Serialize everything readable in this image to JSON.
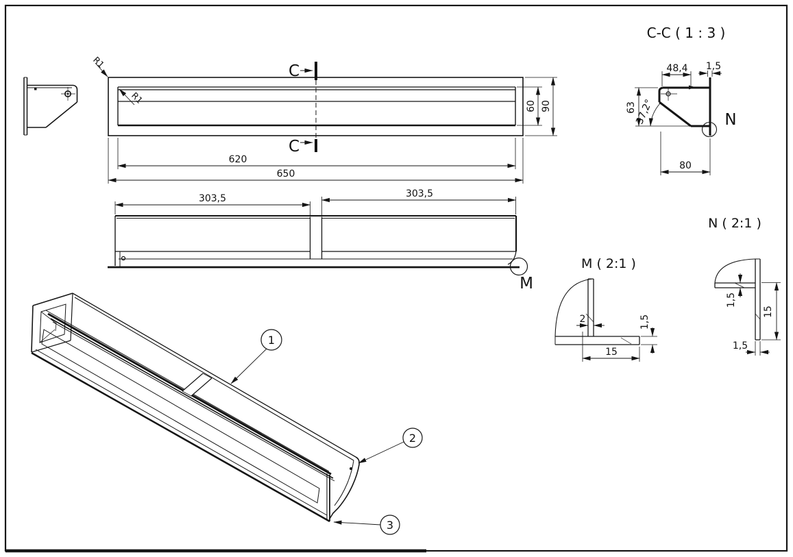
{
  "front_view": {
    "radius_label_outer": "R1",
    "radius_label_inner": "R1",
    "section_letter_top": "C",
    "section_letter_bottom": "C",
    "dim_inner_width": "620",
    "dim_overall_width": "650",
    "dim_inner_height": "60",
    "dim_overall_height": "90"
  },
  "bottom_view": {
    "dim_left_half": "303,5",
    "dim_right_half": "303,5",
    "detail_letter": "M"
  },
  "section_view": {
    "title": "C-C ( 1 : 3 )",
    "dim_top_width": "48,4",
    "dim_plate_thickness": "1,5",
    "dim_height": "63",
    "dim_angle": "37,2°",
    "dim_base_width": "80",
    "detail_letter": "N"
  },
  "detail_m": {
    "title": "M ( 2:1 )",
    "dim_web_thickness": "2",
    "dim_flange_length": "15",
    "dim_flange_thickness": "1,5"
  },
  "detail_n": {
    "title": "N ( 2:1 )",
    "dim_flange_thickness": "1,5",
    "dim_leg_length": "15",
    "dim_leg_thickness": "1,5"
  },
  "iso_view": {
    "balloon_1": "1",
    "balloon_2": "2",
    "balloon_3": "3"
  }
}
